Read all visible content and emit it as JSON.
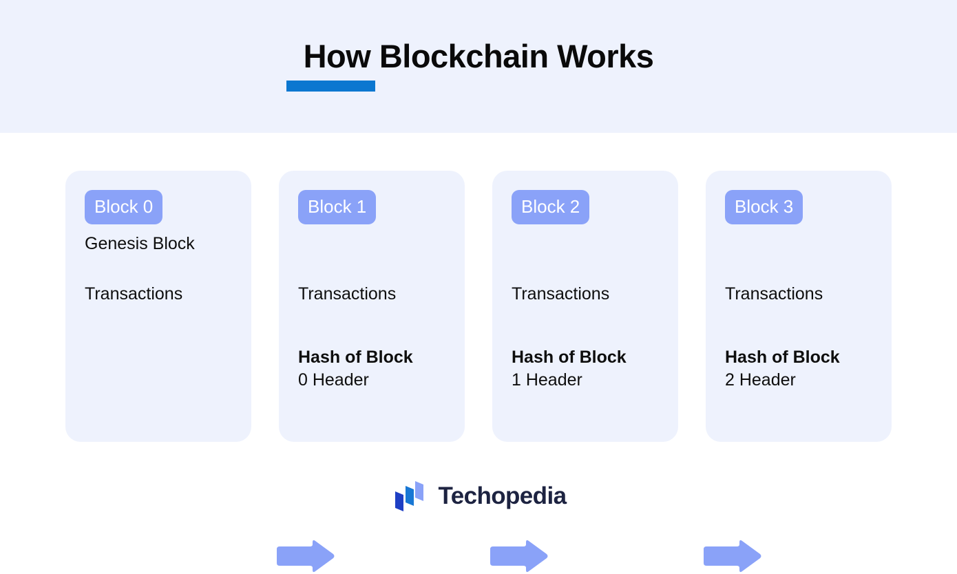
{
  "header": {
    "title": "How Blockchain Works",
    "rule_color": "#0b77d0",
    "band_color": "#eef2fd"
  },
  "theme": {
    "card_bg": "#eef2fd",
    "badge_bg": "#8aa2f8",
    "badge_text": "#ffffff",
    "arrow_color": "#8aa2f8",
    "text_color": "#0e0e0e",
    "logo_navy": "#1d2341",
    "logo_blue_dark": "#1e3fc4",
    "logo_blue_mid": "#1877d4",
    "logo_blue_light": "#8aa2f8"
  },
  "diagram": {
    "type": "flow",
    "blocks": [
      {
        "badge": "Block 0",
        "genesis_label": "Genesis Block",
        "transactions_label": "Transactions",
        "hash_bold": "",
        "hash_rest": ""
      },
      {
        "badge": "Block 1",
        "genesis_label": "",
        "transactions_label": "Transactions",
        "hash_bold": "Hash of Block",
        "hash_rest": "0 Header"
      },
      {
        "badge": "Block 2",
        "genesis_label": "",
        "transactions_label": "Transactions",
        "hash_bold": "Hash of Block",
        "hash_rest": "1 Header"
      },
      {
        "badge": "Block 3",
        "genesis_label": "",
        "transactions_label": "Transactions",
        "hash_bold": "Hash of Block",
        "hash_rest": "2 Header"
      }
    ],
    "arrows": [
      {
        "from": "Block 0",
        "to": "Block 1"
      },
      {
        "from": "Block 1",
        "to": "Block 2"
      },
      {
        "from": "Block 2",
        "to": "Block 3"
      }
    ]
  },
  "footer": {
    "brand": "Techopedia"
  }
}
